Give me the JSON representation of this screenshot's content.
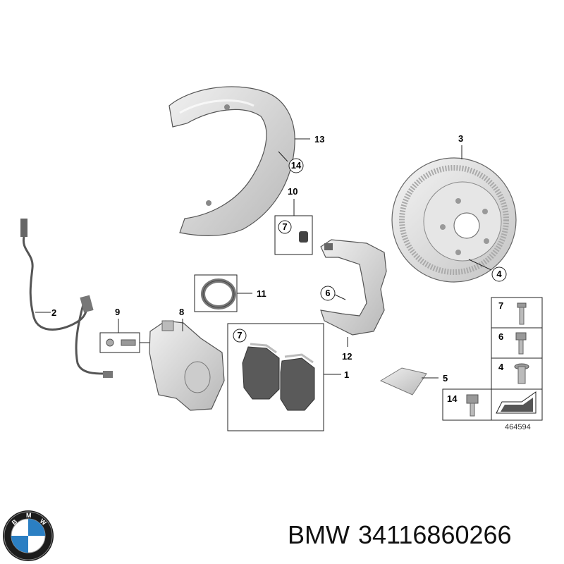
{
  "callouts": {
    "c1": "1",
    "c2": "2",
    "c3": "3",
    "c4": "4",
    "c5": "5",
    "c6": "6",
    "c7_pads": "7",
    "c7_clip": "7",
    "c8": "8",
    "c9": "9",
    "c10": "10",
    "c11": "11",
    "c12": "12",
    "c13": "13",
    "c14": "14"
  },
  "legend": {
    "r1": "7",
    "r2": "6",
    "r3": "4",
    "r4": "14"
  },
  "diagram_ref": "464594",
  "footer": {
    "brand": "BMW",
    "part_number": "34116860266"
  },
  "colors": {
    "part_fill": "#d9d9d9",
    "part_dark": "#5a5a5a",
    "line": "#222222"
  }
}
